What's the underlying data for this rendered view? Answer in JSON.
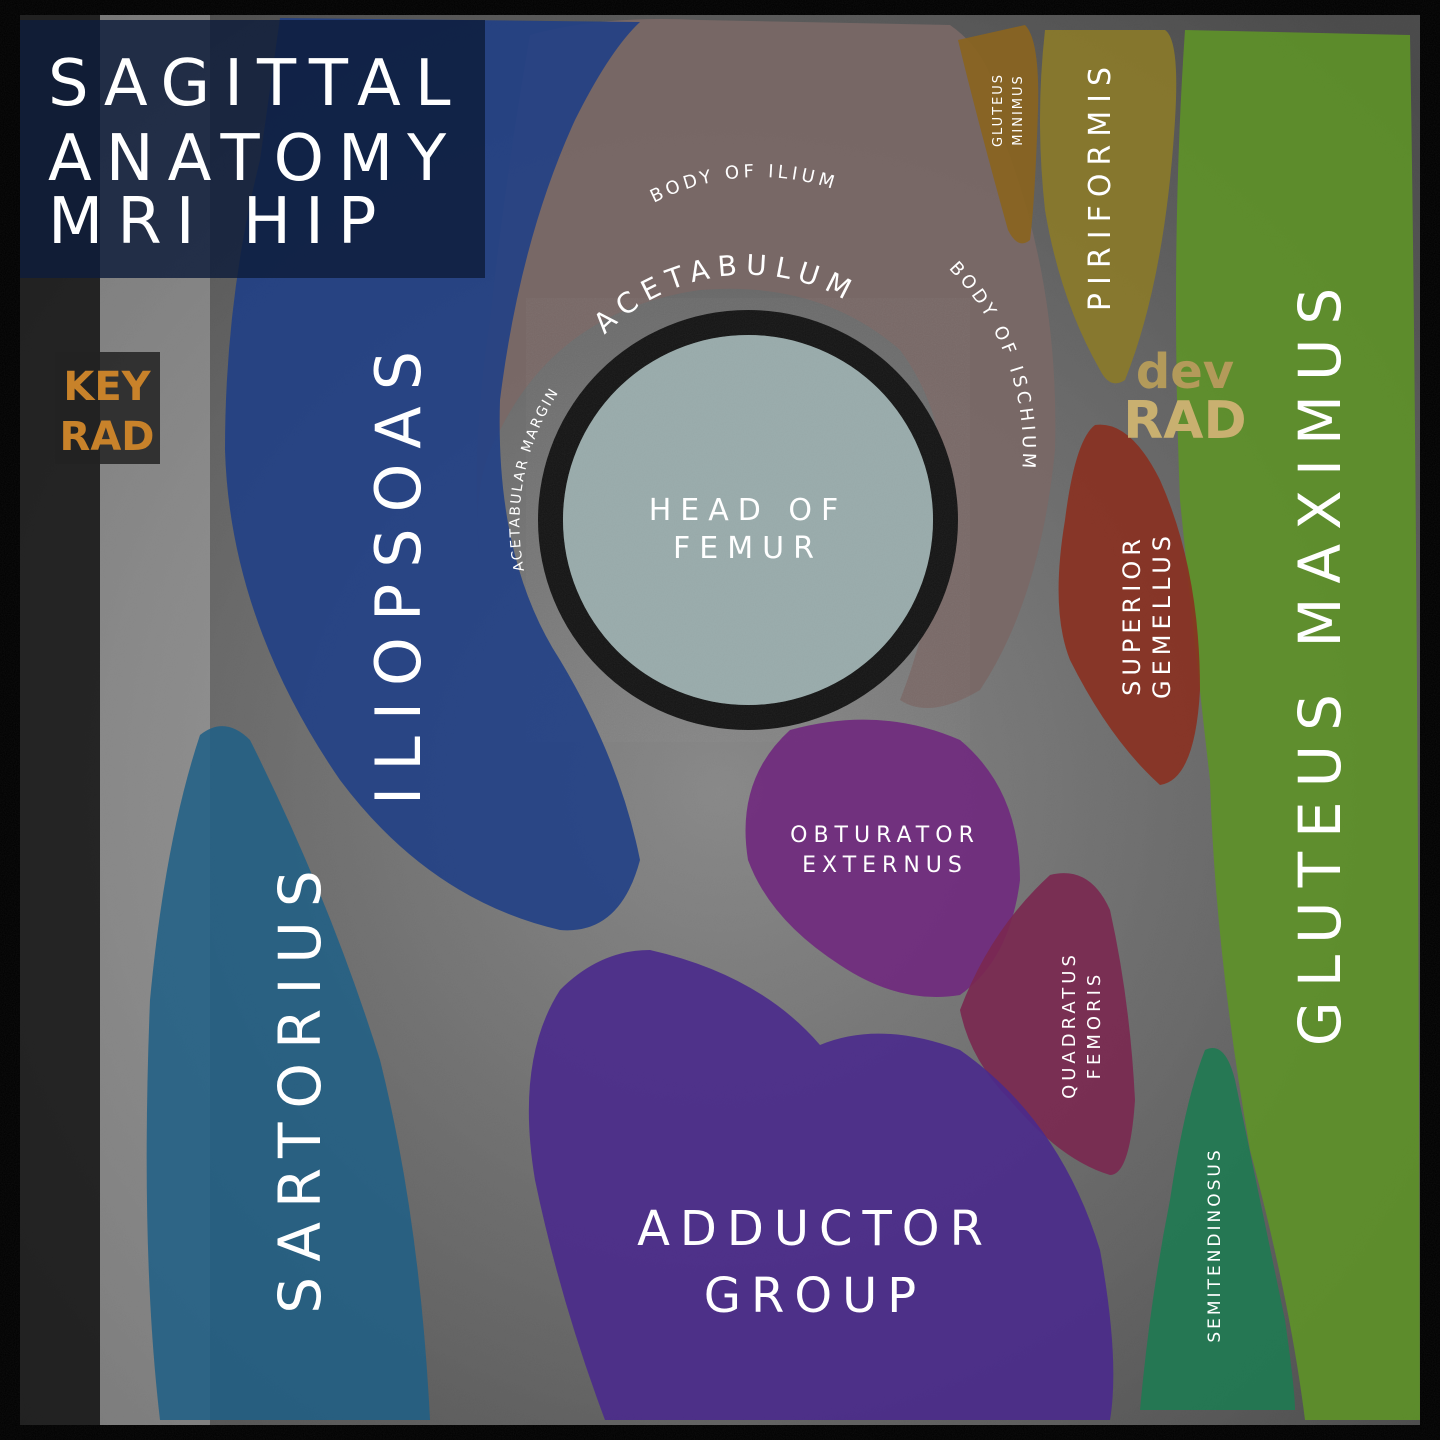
{
  "title": {
    "line1": "SAGITTAL",
    "line2": "ANATOMY",
    "line3": "MRI HIP"
  },
  "logos": {
    "key_rad_line1": "KEY",
    "key_rad_line2": "RAD",
    "dev_rad_line1": "dev",
    "dev_rad_line2": "RAD"
  },
  "labels": {
    "iliopsoas": "ILIOPSOAS",
    "sartorius": "SARTORIUS",
    "head_of_femur_line1": "HEAD OF",
    "head_of_femur_line2": "FEMUR",
    "acetabulum": "ACETABULUM",
    "acetabular_margin": "ACETABULAR MARGIN",
    "body_of_ilium": "BODY OF ILIUM",
    "body_of_ischium": "BODY OF ISCHIUM",
    "gluteus_minimus_line1": "GLUTEUS",
    "gluteus_minimus_line2": "MINIMUS",
    "piriformis": "PIRIFORMIS",
    "gluteus_maximus": "GLUTEUS MAXIMUS",
    "superior_gemellus_line1": "SUPERIOR",
    "superior_gemellus_line2": "GEMELLUS",
    "obturator_externus_line1": "OBTURATOR",
    "obturator_externus_line2": "EXTERNUS",
    "quadratus_femoris_line1": "QUADRATUS",
    "quadratus_femoris_line2": "FEMORIS",
    "adductor_group_line1": "ADDUCTOR",
    "adductor_group_line2": "GROUP",
    "semitendinosus": "SEMITENDINOSUS"
  },
  "colors": {
    "iliopsoas": "#1f3f86",
    "sartorius": "#1f5f86",
    "bone": "#7a6866",
    "femoral_head": "#8fa3a3",
    "gluteus_minimus": "#8a6420",
    "piriformis": "#8a7a2a",
    "gluteus_maximus": "#5e9228",
    "superior_gemellus": "#8a3020",
    "obturator_externus": "#702a7e",
    "quadratus_femoris": "#7a2850",
    "adductor_group": "#4a2a8c",
    "semitendinosus": "#1f7a52",
    "key_rad": "#c8822a"
  }
}
